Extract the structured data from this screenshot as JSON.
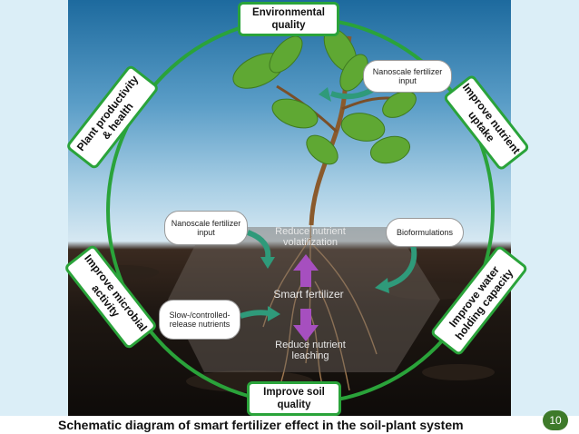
{
  "outer_labels": {
    "top": "Environmental quality",
    "bottom": "Improve soil quality",
    "upper_left": "Plant productivity & health",
    "upper_right": "Improve nutrient uptake",
    "lower_left": "Improve microbial activity",
    "lower_right": "Improve water holding capacity"
  },
  "inner": {
    "nano_top": "Nanoscale fertilizer input",
    "nano_left": "Nanoscale fertilizer input",
    "bioformulations": "Bioformulations",
    "slow_release": "Slow-/controlled-release nutrients",
    "reduce_volatilization": "Reduce nutrient volatilization",
    "smart_fertilizer": "Smart fertilizer",
    "reduce_leaching": "Reduce nutrient leaching"
  },
  "caption": "Schematic diagram of smart fertilizer effect in the soil-plant system",
  "page_number": "10",
  "colors": {
    "ring": "#2aa33a",
    "arrow_purple": "#a64fbf",
    "arrow_teal": "#2f9a7a",
    "page_badge": "#3e7a2a"
  }
}
